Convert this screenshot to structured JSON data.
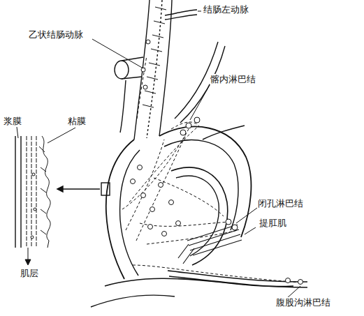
{
  "diagram": {
    "labels": [
      "结肠左动脉",
      "乙状结肠动脉",
      "髂内淋巴结",
      "浆膜",
      "粘膜",
      "闭孔淋巴结",
      "提肛肌",
      "肌层",
      "腹股沟淋巴结"
    ]
  }
}
